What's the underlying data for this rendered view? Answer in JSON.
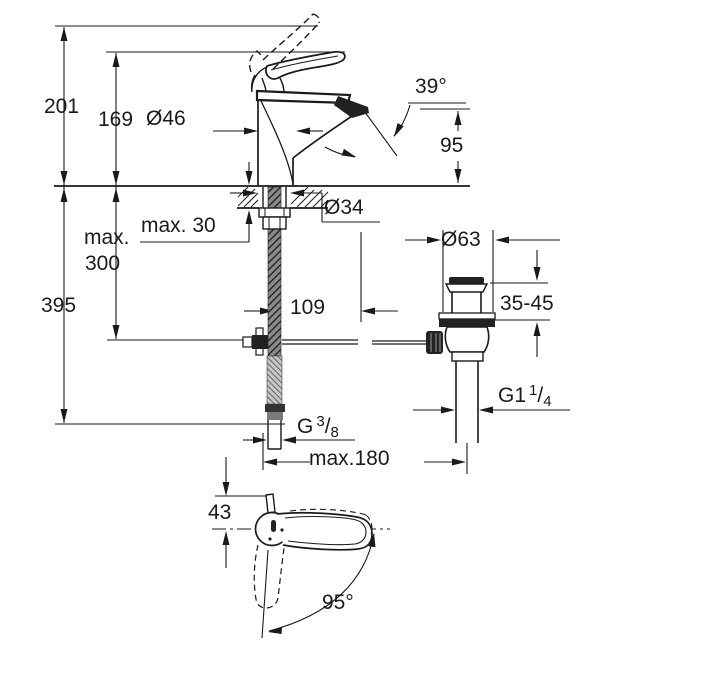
{
  "diagram": {
    "type": "technical-dimension-drawing",
    "colors": {
      "line": "#1a1a1a",
      "background": "#ffffff",
      "fill_dark": "#222222"
    },
    "dimensions": {
      "height_total": "201",
      "height_to_lever": "169",
      "body_diameter": "Ø46",
      "spout_angle": "39°",
      "spout_height": "95",
      "deck_max_thickness": "max. 30",
      "hole_diameter": "Ø34",
      "max_depth_line1": "max.",
      "max_depth_line2": "300",
      "total_depth": "395",
      "waste_flange_diameter": "Ø63",
      "waste_clamp_range": "35-45",
      "spout_reach": "109",
      "waste_thread": {
        "prefix": "G1",
        "sup": "1",
        "slash": "/",
        "sub": "4"
      },
      "supply_thread": {
        "prefix": "G",
        "sup": "3",
        "slash": "/",
        "sub": "8"
      },
      "rod_max_length": "max.180",
      "handle_half_width": "43",
      "handle_swivel_angle": "95°"
    }
  }
}
